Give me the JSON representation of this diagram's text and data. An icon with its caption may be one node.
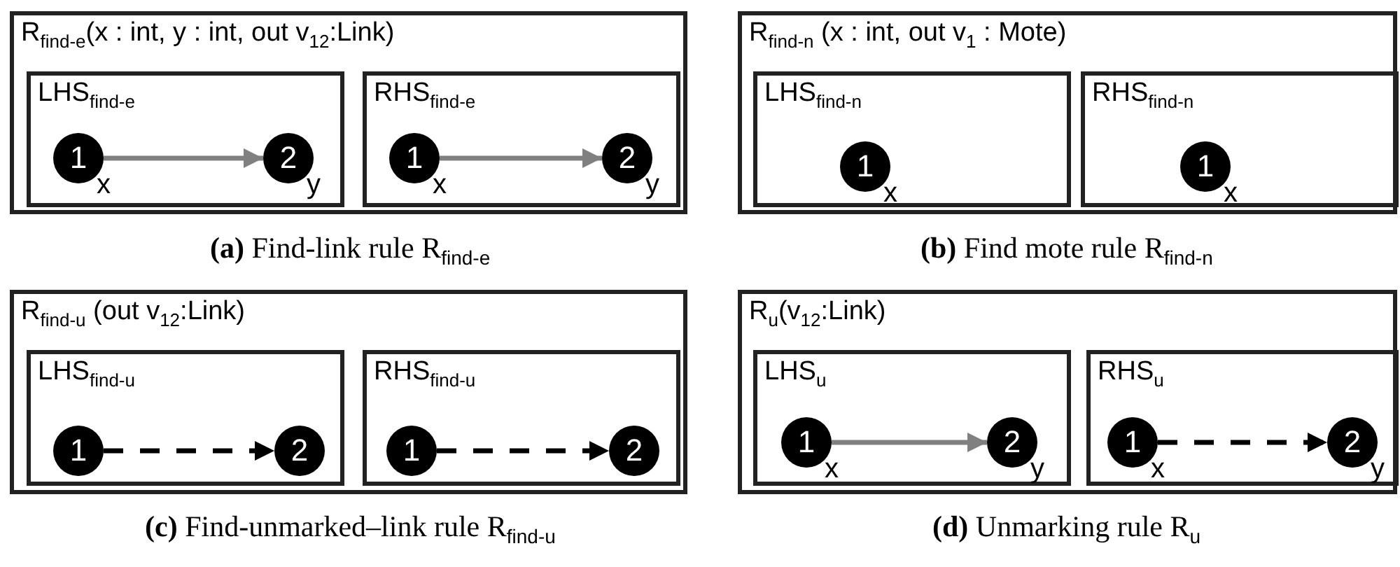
{
  "diagram": {
    "nodes": [
      {
        "text": [
          "R$_{find-e}$(x : int, y : int, out v$_{12}$:Link)"
        ]
      },
      {
        "text": [
          "LHS$_{find-e}$"
        ],
        "in": 0
      },
      {
        "text": [
          "1"
        ],
        "in": 1,
        "beside": [
          "x"
        ]
      },
      {
        "text": [
          "2"
        ],
        "in": 1,
        "beside": [
          "y"
        ]
      },
      {
        "text": [
          "RHS$_{find-e}$"
        ],
        "in": 0
      },
      {
        "text": [
          "1"
        ],
        "in": 4,
        "beside": [
          "x"
        ]
      },
      {
        "text": [
          "2"
        ],
        "in": 4,
        "beside": [
          "y"
        ]
      },
      {
        "text": [
          "R$_{find-n}$ (x : int, out v$_{1}$ : Mote)"
        ]
      },
      {
        "text": [
          "LHS$_{find-n}$"
        ],
        "in": 7
      },
      {
        "text": [
          "1"
        ],
        "in": 8,
        "beside": [
          "x"
        ]
      },
      {
        "text": [
          "RHS$_{find-n}$"
        ],
        "in": 7
      },
      {
        "text": [
          "1"
        ],
        "in": 10,
        "beside": [
          "x"
        ]
      },
      {
        "text": [
          "R$_{find-u}$ (out v$_{12}$:Link)"
        ]
      },
      {
        "text": [
          "LHS$_{find-u}$"
        ],
        "in": 12
      },
      {
        "text": [
          "1"
        ],
        "in": 13
      },
      {
        "text": [
          "2"
        ],
        "in": 13
      },
      {
        "text": [
          "RHS$_{find-u}$"
        ],
        "in": 12
      },
      {
        "text": [
          "1"
        ],
        "in": 16
      },
      {
        "text": [
          "2"
        ],
        "in": 16
      },
      {
        "text": [
          "R$_{u}$(v$_{12}$:Link)"
        ]
      },
      {
        "text": [
          "LHS$_{u}$"
        ],
        "in": 19
      },
      {
        "text": [
          "1"
        ],
        "in": 20,
        "beside": [
          "x"
        ]
      },
      {
        "text": [
          "2"
        ],
        "in": 20,
        "beside": [
          "y"
        ]
      },
      {
        "text": [
          "RHS$_{u}$"
        ],
        "in": 19
      },
      {
        "text": [
          "1"
        ],
        "in": 23,
        "beside": [
          "x"
        ]
      },
      {
        "text": [
          "2"
        ],
        "in": 23,
        "beside": [
          "y"
        ]
      }
    ],
    "edges": [
      {
        "from": 2,
        "to": 3,
        "arrow": "to",
        "color": "#808080"
      },
      {
        "from": 5,
        "to": 6,
        "arrow": "to",
        "color": "#808080"
      },
      {
        "from": 14,
        "to": 15,
        "arrow": "to",
        "style": "dashed",
        "color": "#000000"
      },
      {
        "from": 17,
        "to": 18,
        "arrow": "to",
        "style": "dashed",
        "color": "#000000"
      },
      {
        "from": 21,
        "to": 22,
        "arrow": "to",
        "color": "#808080"
      },
      {
        "from": 24,
        "to": 25,
        "arrow": "to",
        "style": "dashed",
        "color": "#000000"
      }
    ],
    "labels": [
      "**(a)** Find-link rule R$_{find-e}$",
      "**(b)** Find mote rule R$_{find-n}$",
      "**(c)** Find-unmarked–link rule R$_{find-u}$",
      "**(d)** Unmarking rule R$_{u}$"
    ]
  }
}
